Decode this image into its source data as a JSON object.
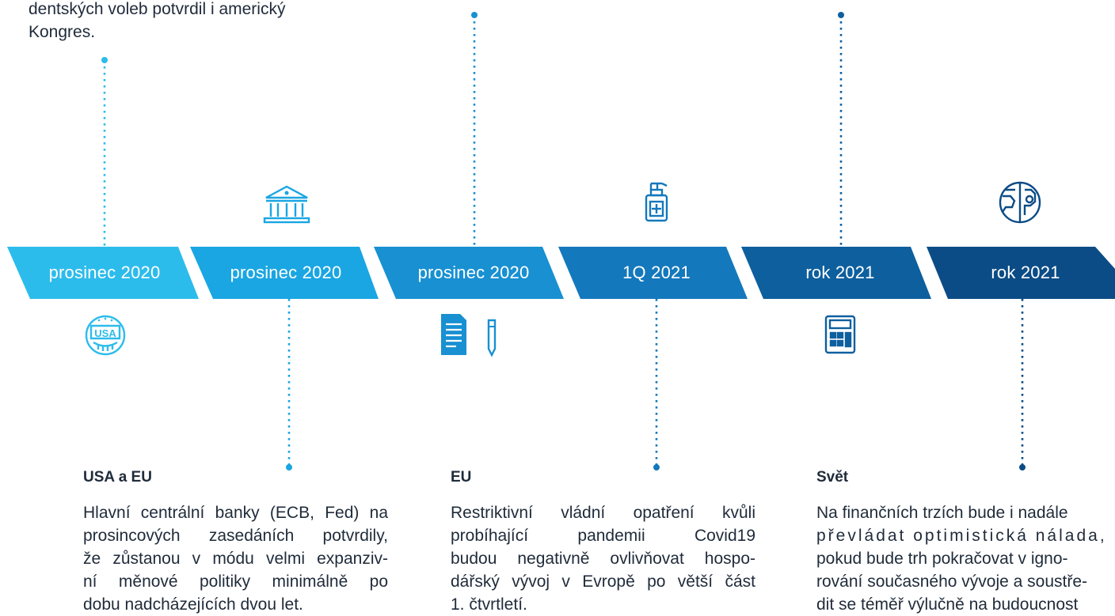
{
  "top_text": [
    "dentských voleb potvrdil i americký",
    "Kongres."
  ],
  "timeline": [
    {
      "label": "prosinec 2020",
      "color": "#2cbcec"
    },
    {
      "label": "prosinec 2020",
      "color": "#1aa6e2"
    },
    {
      "label": "prosinec 2020",
      "color": "#1890d2"
    },
    {
      "label": "1Q 2021",
      "color": "#1478bc"
    },
    {
      "label": "rok 2021",
      "color": "#0e5f9e"
    },
    {
      "label": "rok 2021",
      "color": "#0b4c86"
    }
  ],
  "icons": [
    "usa-badge-icon",
    "bank-building-icon",
    "document-pen-icon",
    "sanitizer-bottle-icon",
    "calculator-icon",
    "globe-icon"
  ],
  "blocks": [
    {
      "title": "USA a EU",
      "lines": [
        "Hlavní centrální banky (ECB, Fed) na",
        "prosincových zasedáních potvrdily,",
        "že zůstanou v módu velmi expanziv-",
        "ní měnové politiky minimálně po",
        "dobu nadcházejících dvou let."
      ]
    },
    {
      "title": "EU",
      "lines": [
        "Restriktivní vládní opatření kvůli",
        "probíhající pandemii Covid19",
        "budou negativně ovlivňovat hospo-",
        "dářský vývoj v Evropě po větší část",
        "1. čtvrtletí."
      ]
    },
    {
      "title": "Svět",
      "lines": [
        "Na finančních trzích bude i nadále",
        "převládat optimistická nálada,",
        "pokud bude trh pokračovat v igno-",
        "rování současného vývoje a soustře-",
        "dit se téměř výlučně na budoucnost"
      ]
    }
  ]
}
